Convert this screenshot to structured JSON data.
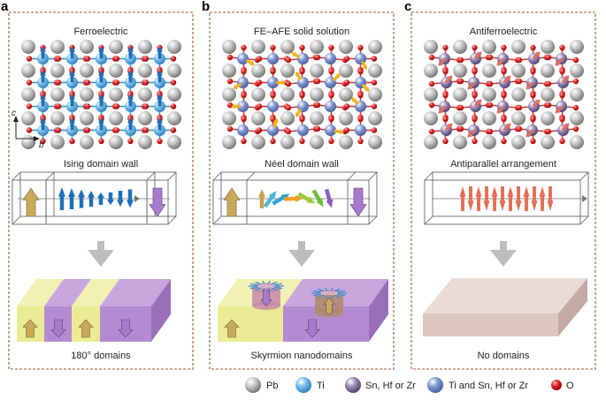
{
  "panels": [
    {
      "letter": "a",
      "title": "Ferroelectric",
      "wall_label": "Ising domain wall",
      "bottom_label": "180° domains"
    },
    {
      "letter": "b",
      "title": "FE–AFE solid solution",
      "wall_label": "Néel domain wall",
      "bottom_label": "Skyrmion nanodomains"
    },
    {
      "letter": "c",
      "title": "Antiferroelectric",
      "wall_label": "Antiparallel arrangement",
      "bottom_label": "No domains"
    }
  ],
  "axes": {
    "c": "c",
    "b": "b"
  },
  "legend": [
    {
      "label": "Pb",
      "icon": "pb-atom-icon",
      "color": "#9c9c9c"
    },
    {
      "label": "Ti",
      "icon": "ti-atom-icon",
      "color": "#52a8e0"
    },
    {
      "label": "Sn, Hf or Zr",
      "icon": "sn-hf-zr-atom-icon",
      "color": "#7d6ea0"
    },
    {
      "label": "Ti and Sn, Hf or Zr",
      "icon": "mixed-b-site-atom-icon",
      "color": "#6b84c4"
    },
    {
      "label": "O",
      "icon": "o-atom-icon",
      "color": "#d01818"
    }
  ],
  "colors": {
    "frame": "#a0522d",
    "arrow_blue": "#1f6fb8",
    "arrow_up": "#c9a95a",
    "arrow_down": "#a97acb",
    "arrow_red": "#e0705a",
    "slab_yellow": "#ecec9c",
    "slab_purple": "#b68fd0",
    "slab_pink": "#e5d2cc",
    "bond_blue": "#3d8fd8",
    "bond_red": "#cc3b3b",
    "flow_gray": "#bdbdbd"
  }
}
